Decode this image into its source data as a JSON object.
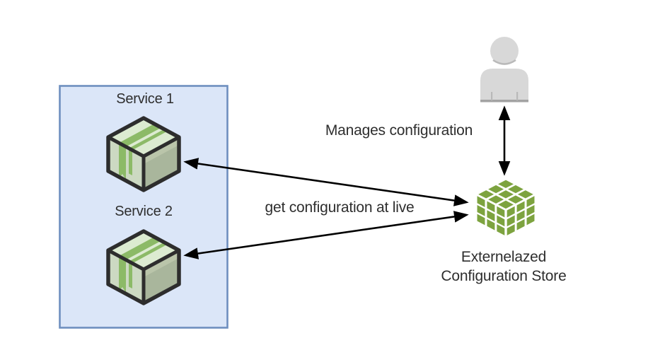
{
  "diagram": {
    "nodes": {
      "service1": {
        "label": "Service 1",
        "icon": "package-3d-icon"
      },
      "service2": {
        "label": "Service 2",
        "icon": "package-3d-icon"
      },
      "config_store": {
        "label_line1": "Externelazed",
        "label_line2": "Configuration Store",
        "icon": "rubiks-cube-icon"
      },
      "admin": {
        "icon": "person-icon"
      }
    },
    "edges": {
      "manages": {
        "label": "Manages configuration",
        "style": "double-headed-arrow"
      },
      "get_config": {
        "label": "get configuration at live",
        "style": "double-headed-arrow"
      },
      "service2_link": {
        "style": "double-headed-arrow"
      }
    },
    "colors": {
      "background": "#ffffff",
      "group_fill": "#dbe6f8",
      "group_border": "#6e8fbf",
      "package_outline": "#2d2d2d",
      "package_top": "#dcebd1",
      "package_left": "#ccd9c2",
      "package_right": "#a9b69c",
      "package_right_band": "#bac5aa",
      "package_stripe": "#8cba67",
      "cube_green": "#7da33f",
      "person_gray": "#d8d8d8",
      "person_shade": "#a3a3a3",
      "person_line": "#b9b9b9",
      "arrow": "#000000",
      "text": "#2e2e2e"
    }
  }
}
